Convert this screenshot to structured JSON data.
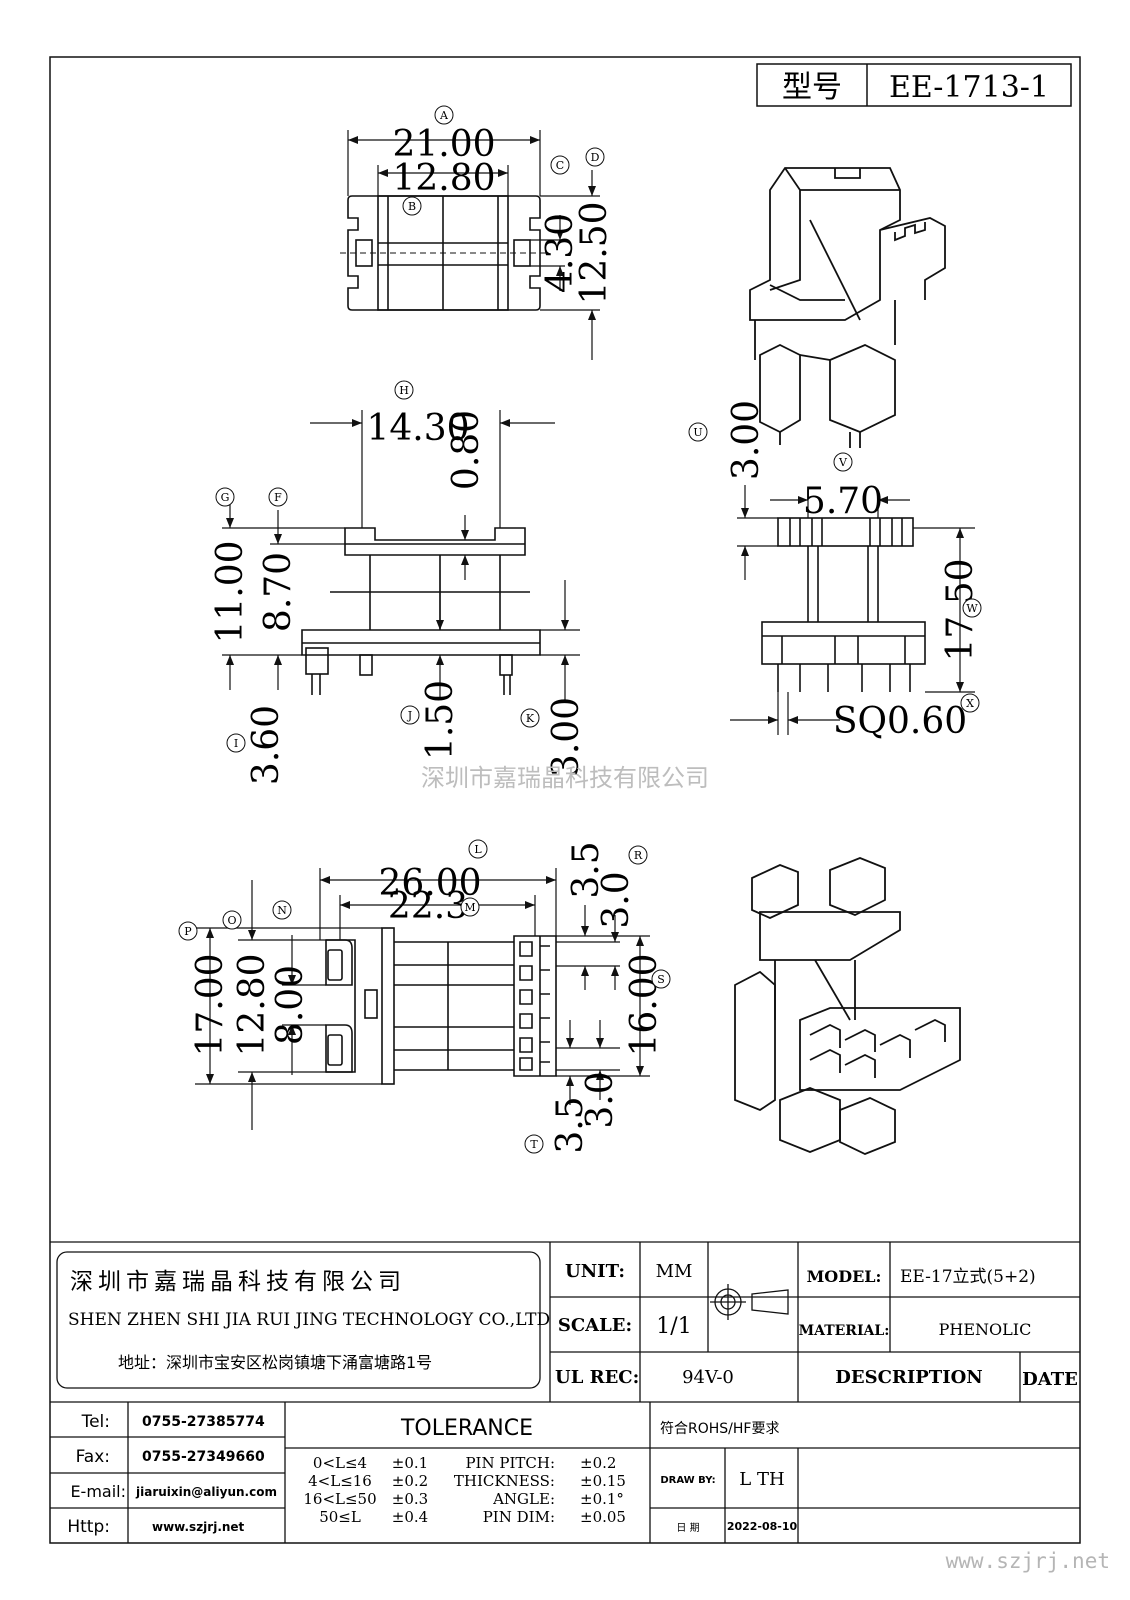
{
  "model_box": {
    "label": "型号",
    "value": "EE-1713-1"
  },
  "dimensions": {
    "A": "21.00",
    "B": "12.80",
    "C": "4.30",
    "D": "12.50",
    "H": "14.30",
    "H2": "0.80",
    "G": "11.00",
    "F": "8.70",
    "I": "3.60",
    "J": "1.50",
    "K": "3.00",
    "U": "3.00",
    "V": "5.70",
    "W": "17.50",
    "X": "SQ0.60",
    "L": "26.00",
    "M": "22.3",
    "R1": "3.5",
    "R2": "3.0",
    "S": "16.00",
    "P": "17.00",
    "O": "12.80",
    "N": "8.00",
    "T1": "3.5",
    "T2": "3.0"
  },
  "markers": [
    "A",
    "B",
    "C",
    "D",
    "H",
    "G",
    "F",
    "I",
    "J",
    "K",
    "U",
    "V",
    "W",
    "X",
    "L",
    "M",
    "R",
    "S",
    "P",
    "O",
    "N",
    "T"
  ],
  "watermark": "深圳市嘉瑞晶科技有限公司",
  "company": {
    "name_cn": "深圳市嘉瑞晶科技有限公司",
    "name_en": "SHEN ZHEN SHI  JIA RUI JING  TECHNOLOGY CO.,LTD",
    "address": "地址：深圳市宝安区松岗镇塘下涌富塘路1号"
  },
  "spec": {
    "unit_label": "UNIT:",
    "unit_value": "MM",
    "scale_label": "SCALE:",
    "scale_value": "1/1",
    "ul_label": "UL REC:",
    "ul_value": "94V-0",
    "model_label": "MODEL:",
    "model_value": "EE-17立式(5+2)",
    "material_label": "MATERIAL:",
    "material_value": "PHENOLIC",
    "description_label": "DESCRIPTION",
    "date_label": "DATE"
  },
  "contact": {
    "tel_label": "Tel:",
    "tel_value": "0755-27385774",
    "fax_label": "Fax:",
    "fax_value": "0755-27349660",
    "email_label": "E-mail:",
    "email_value": "jiaruixin@aliyun.com",
    "http_label": "Http:",
    "http_value": "www.szjrj.net"
  },
  "tolerance": {
    "title": "TOLERANCE",
    "rows": [
      {
        "range": "0<L≤4",
        "tol": "±0.1"
      },
      {
        "range": "4<L≤16",
        "tol": "±0.2"
      },
      {
        "range": "16<L≤50",
        "tol": "±0.3"
      },
      {
        "range": "50≤L",
        "tol": "±0.4"
      }
    ],
    "specs": [
      {
        "name": "PIN PITCH:",
        "tol": "±0.2"
      },
      {
        "name": "THICKNESS:",
        "tol": "±0.15"
      },
      {
        "name": "ANGLE:",
        "tol": "±0.1°"
      },
      {
        "name": "PIN DIM:",
        "tol": "±0.05"
      }
    ]
  },
  "rohs": "符合ROHS/HF要求",
  "draw_by_label": "DRAW BY:",
  "draw_by_value": "L TH",
  "date_cn_label": "日 期",
  "date_value": "2022-08-10",
  "site_watermark": "www.szjrj.net"
}
